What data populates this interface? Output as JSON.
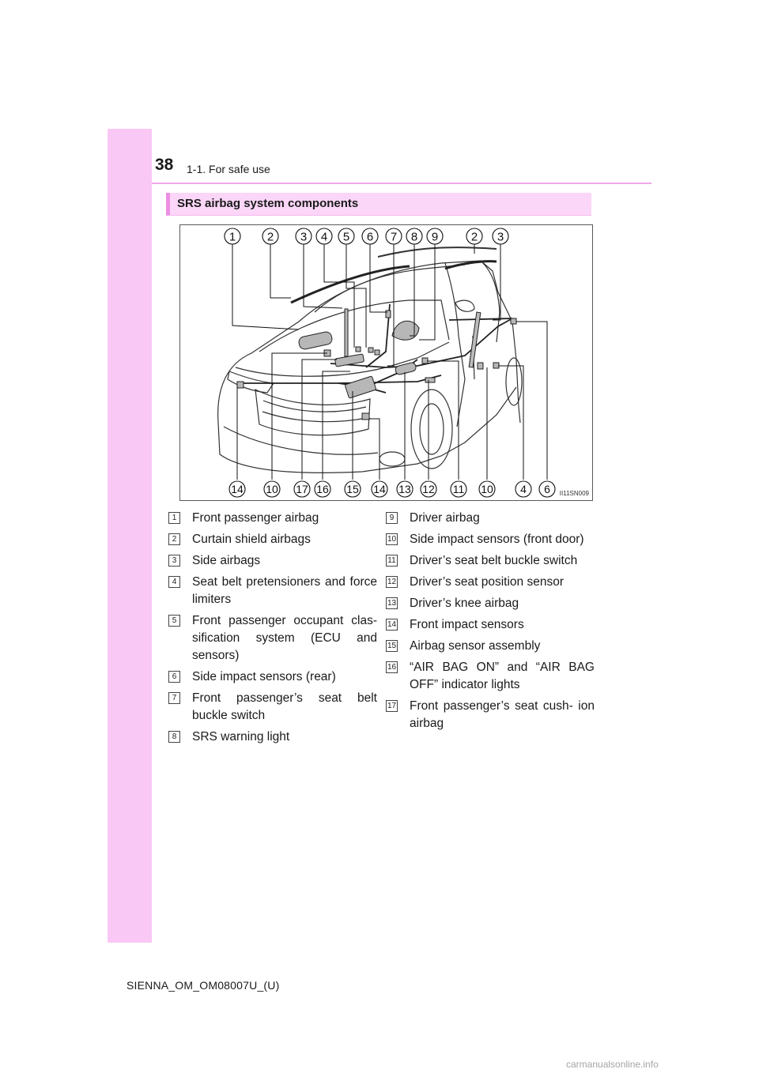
{
  "header": {
    "page_number": "38",
    "section": "1-1. For safe use"
  },
  "heading": "SRS airbag system components",
  "figure": {
    "code": "II11SN009",
    "top_callouts": [
      "1",
      "2",
      "3",
      "4",
      "5",
      "6",
      "7",
      "8",
      "9",
      "2",
      "3"
    ],
    "bottom_callouts": [
      "14",
      "10",
      "17",
      "16",
      "15",
      "14",
      "13",
      "12",
      "11",
      "10",
      "4",
      "6"
    ]
  },
  "legend": {
    "left": [
      {
        "num": "1",
        "text": "Front passenger airbag"
      },
      {
        "num": "2",
        "text": "Curtain shield airbags"
      },
      {
        "num": "3",
        "text": "Side airbags"
      },
      {
        "num": "4",
        "text": "Seat belt pretensioners and force limiters"
      },
      {
        "num": "5",
        "text": "Front passenger occupant clas- sification system (ECU and sensors)"
      },
      {
        "num": "6",
        "text": "Side impact sensors (rear)"
      },
      {
        "num": "7",
        "text": "Front passenger’s seat belt buckle switch"
      },
      {
        "num": "8",
        "text": "SRS warning light"
      }
    ],
    "right": [
      {
        "num": "9",
        "text": "Driver airbag"
      },
      {
        "num": "10",
        "text": "Side impact sensors (front door)"
      },
      {
        "num": "11",
        "text": "Driver’s seat belt buckle switch"
      },
      {
        "num": "12",
        "text": "Driver’s seat position sensor"
      },
      {
        "num": "13",
        "text": "Driver’s knee airbag"
      },
      {
        "num": "14",
        "text": "Front impact sensors"
      },
      {
        "num": "15",
        "text": "Airbag sensor assembly"
      },
      {
        "num": "16",
        "text": "“AIR BAG ON” and “AIR BAG OFF” indicator lights"
      },
      {
        "num": "17",
        "text": "Front passenger’s seat cush- ion airbag"
      }
    ]
  },
  "footer": "SIENNA_OM_OM08007U_(U)",
  "watermark": "carmanualsonline.info"
}
